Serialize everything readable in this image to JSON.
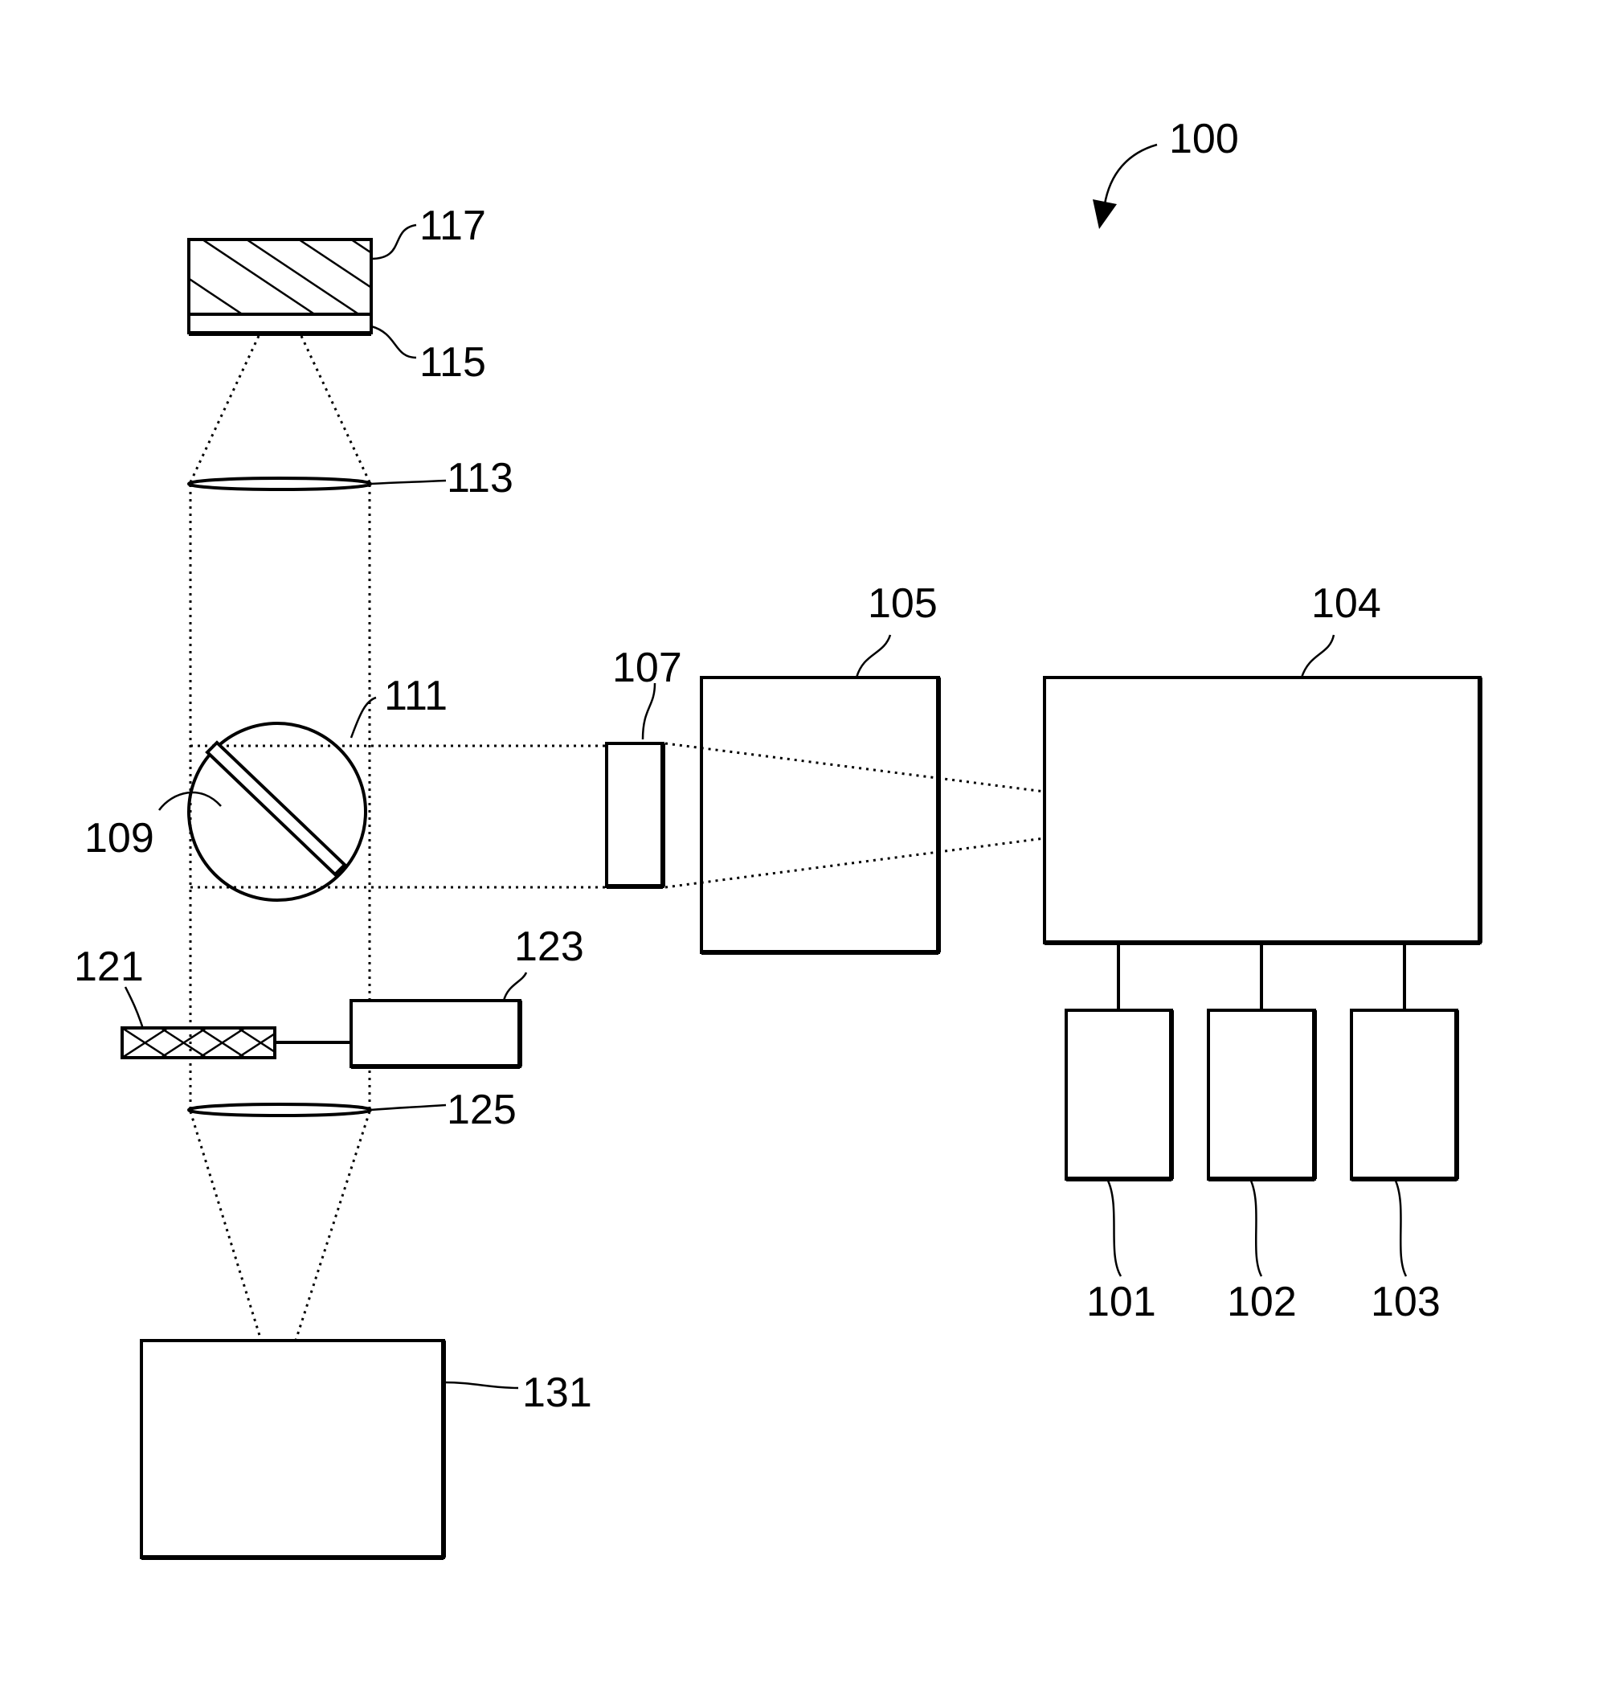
{
  "figure": {
    "reference_numerals": {
      "system": "100",
      "component_101": "101",
      "component_102": "102",
      "component_103": "103",
      "component_104": "104",
      "component_105": "105",
      "component_107": "107",
      "component_109": "109",
      "component_111": "111",
      "component_113": "113",
      "component_115": "115",
      "component_117": "117",
      "component_121": "121",
      "component_123": "123",
      "component_125": "125",
      "component_131": "131"
    }
  }
}
